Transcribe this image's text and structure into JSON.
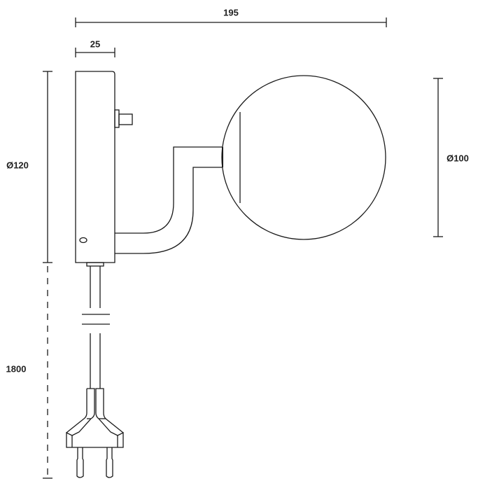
{
  "dimensions": {
    "total_width": "195",
    "base_depth": "25",
    "base_diameter": "Ø120",
    "globe_diameter": "Ø100",
    "cable_length": "1800"
  },
  "colors": {
    "line": "#1a1a1a",
    "background": "#ffffff"
  }
}
